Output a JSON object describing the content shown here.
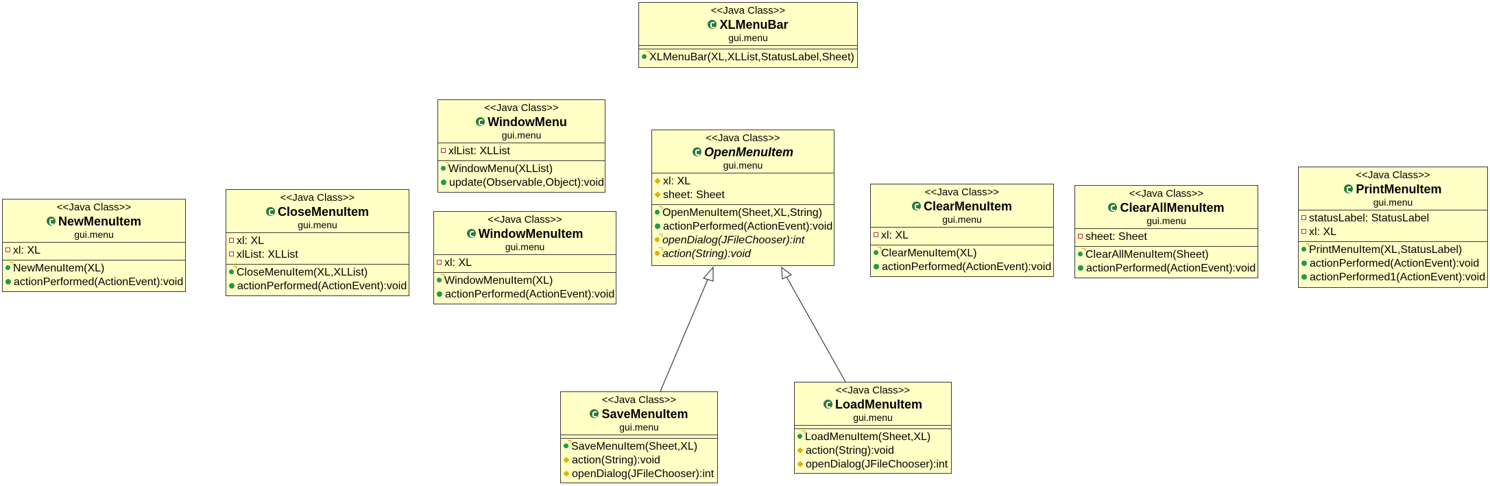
{
  "stereotype": "<<Java Class>>",
  "classes": {
    "xlmenubar": {
      "name": "XLMenuBar",
      "package": "gui.menu",
      "ctors": [
        "XLMenuBar(XL,XLList,StatusLabel,Sheet)"
      ]
    },
    "windowmenu": {
      "name": "WindowMenu",
      "package": "gui.menu",
      "fields": [
        "xlList: XLList"
      ],
      "ctors": [
        "WindowMenu(XLList)"
      ],
      "methods": [
        "update(Observable,Object):void"
      ]
    },
    "windowmenuitem": {
      "name": "WindowMenuItem",
      "package": "gui.menu",
      "fields": [
        "xl: XL"
      ],
      "ctors": [
        "WindowMenuItem(XL)"
      ],
      "methods": [
        "actionPerformed(ActionEvent):void"
      ]
    },
    "openmenuitem": {
      "name": "OpenMenuItem",
      "package": "gui.menu",
      "fields": [
        "xl: XL",
        "sheet: Sheet"
      ],
      "ctors": [
        "OpenMenuItem(Sheet,XL,String)"
      ],
      "methods": [
        "actionPerformed(ActionEvent):void"
      ],
      "abstract_methods": [
        "openDialog(JFileChooser):int",
        "action(String):void"
      ]
    },
    "newmenuitem": {
      "name": "NewMenuItem",
      "package": "gui.menu",
      "fields": [
        "xl: XL"
      ],
      "ctors": [
        "NewMenuItem(XL)"
      ],
      "methods": [
        "actionPerformed(ActionEvent):void"
      ]
    },
    "closemenuitem": {
      "name": "CloseMenuItem",
      "package": "gui.menu",
      "fields": [
        "xl: XL",
        "xlList: XLList"
      ],
      "ctors": [
        "CloseMenuItem(XL,XLList)"
      ],
      "methods": [
        "actionPerformed(ActionEvent):void"
      ]
    },
    "clearmenuitem": {
      "name": "ClearMenuItem",
      "package": "gui.menu",
      "fields": [
        "xl: XL"
      ],
      "ctors": [
        "ClearMenuItem(XL)"
      ],
      "methods": [
        "actionPerformed(ActionEvent):void"
      ]
    },
    "clearallmenuitem": {
      "name": "ClearAllMenuItem",
      "package": "gui.menu",
      "fields": [
        "sheet: Sheet"
      ],
      "ctors": [
        "ClearAllMenuItem(Sheet)"
      ],
      "methods": [
        "actionPerformed(ActionEvent):void"
      ]
    },
    "printmenuitem": {
      "name": "PrintMenuItem",
      "package": "gui.menu",
      "fields": [
        "statusLabel: StatusLabel",
        "xl: XL"
      ],
      "ctors": [
        "PrintMenuItem(XL,StatusLabel)"
      ],
      "methods": [
        "actionPerformed(ActionEvent):void",
        "actionPerformed1(ActionEvent):void"
      ]
    },
    "savemenuitem": {
      "name": "SaveMenuItem",
      "package": "gui.menu",
      "ctors": [
        "SaveMenuItem(Sheet,XL)"
      ],
      "methods": [
        "action(String):void",
        "openDialog(JFileChooser):int"
      ]
    },
    "loadmenuitem": {
      "name": "LoadMenuItem",
      "package": "gui.menu",
      "ctors": [
        "LoadMenuItem(Sheet,XL)"
      ],
      "methods": [
        "action(String):void",
        "openDialog(JFileChooser):int"
      ]
    }
  },
  "colors": {
    "class_fill": "#ffffc6",
    "border": "#3a3a3a",
    "public_icon": "#1f9a4a",
    "private_icon": "#b03030",
    "protected_icon": "#e0b000"
  },
  "icons": {
    "class": "class-icon",
    "public": "public-method-icon",
    "private": "private-field-icon",
    "protected": "protected-icon",
    "constructor": "constructor-icon"
  },
  "edges": [
    {
      "from": "SaveMenuItem",
      "to": "OpenMenuItem",
      "kind": "generalization"
    },
    {
      "from": "LoadMenuItem",
      "to": "OpenMenuItem",
      "kind": "generalization"
    }
  ]
}
